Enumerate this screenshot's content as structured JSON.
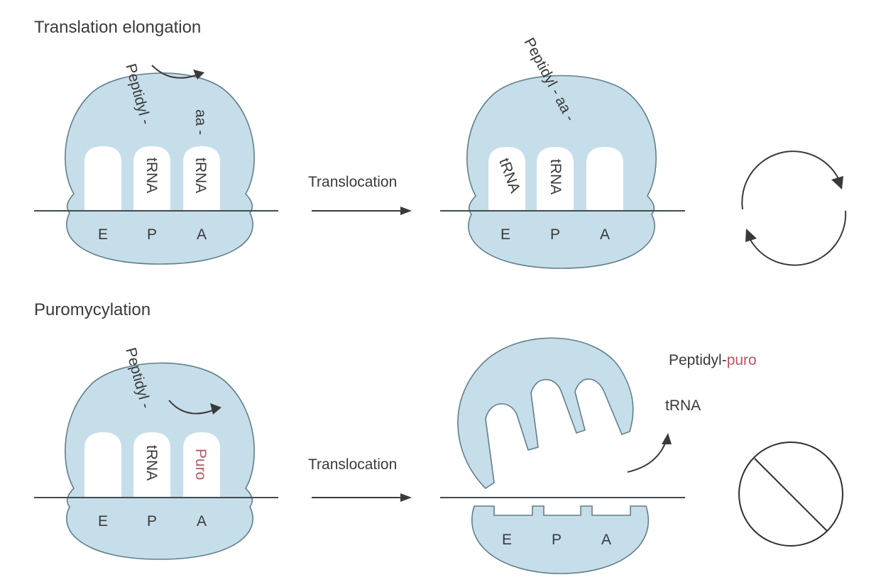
{
  "panels": {
    "elongation": {
      "title": "Translation elongation",
      "before": {
        "sites": [
          "E",
          "P",
          "A"
        ],
        "peptidyl_label": "Peptidyl -",
        "p_site_trna": "tRNA",
        "aa_label": "aa -",
        "a_site_trna": "tRNA"
      },
      "step_label": "Translocation",
      "after": {
        "sites": [
          "E",
          "P",
          "A"
        ],
        "peptidyl_aa_label": "Peptidyl - aa -",
        "e_site_trna": "tRNA",
        "p_site_trna": "tRNA"
      },
      "outcome_icon": "cycle-arrows-icon"
    },
    "puromycylation": {
      "title": "Puromycylation",
      "before": {
        "sites": [
          "E",
          "P",
          "A"
        ],
        "peptidyl_label": "Peptidyl -",
        "p_site_trna": "tRNA",
        "a_site_label": "Puro"
      },
      "step_label": "Translocation",
      "after": {
        "sites": [
          "E",
          "P",
          "A"
        ],
        "released_product_prefix": "Peptidyl-",
        "released_product_suffix": "puro",
        "released_trna": "tRNA"
      },
      "outcome_icon": "prohibited-icon"
    }
  },
  "colors": {
    "ribosome_fill": "#c6deea",
    "ribosome_stroke": "#5f7f8a",
    "text": "#3a3a3a",
    "puro_accent": "#b5575f"
  }
}
